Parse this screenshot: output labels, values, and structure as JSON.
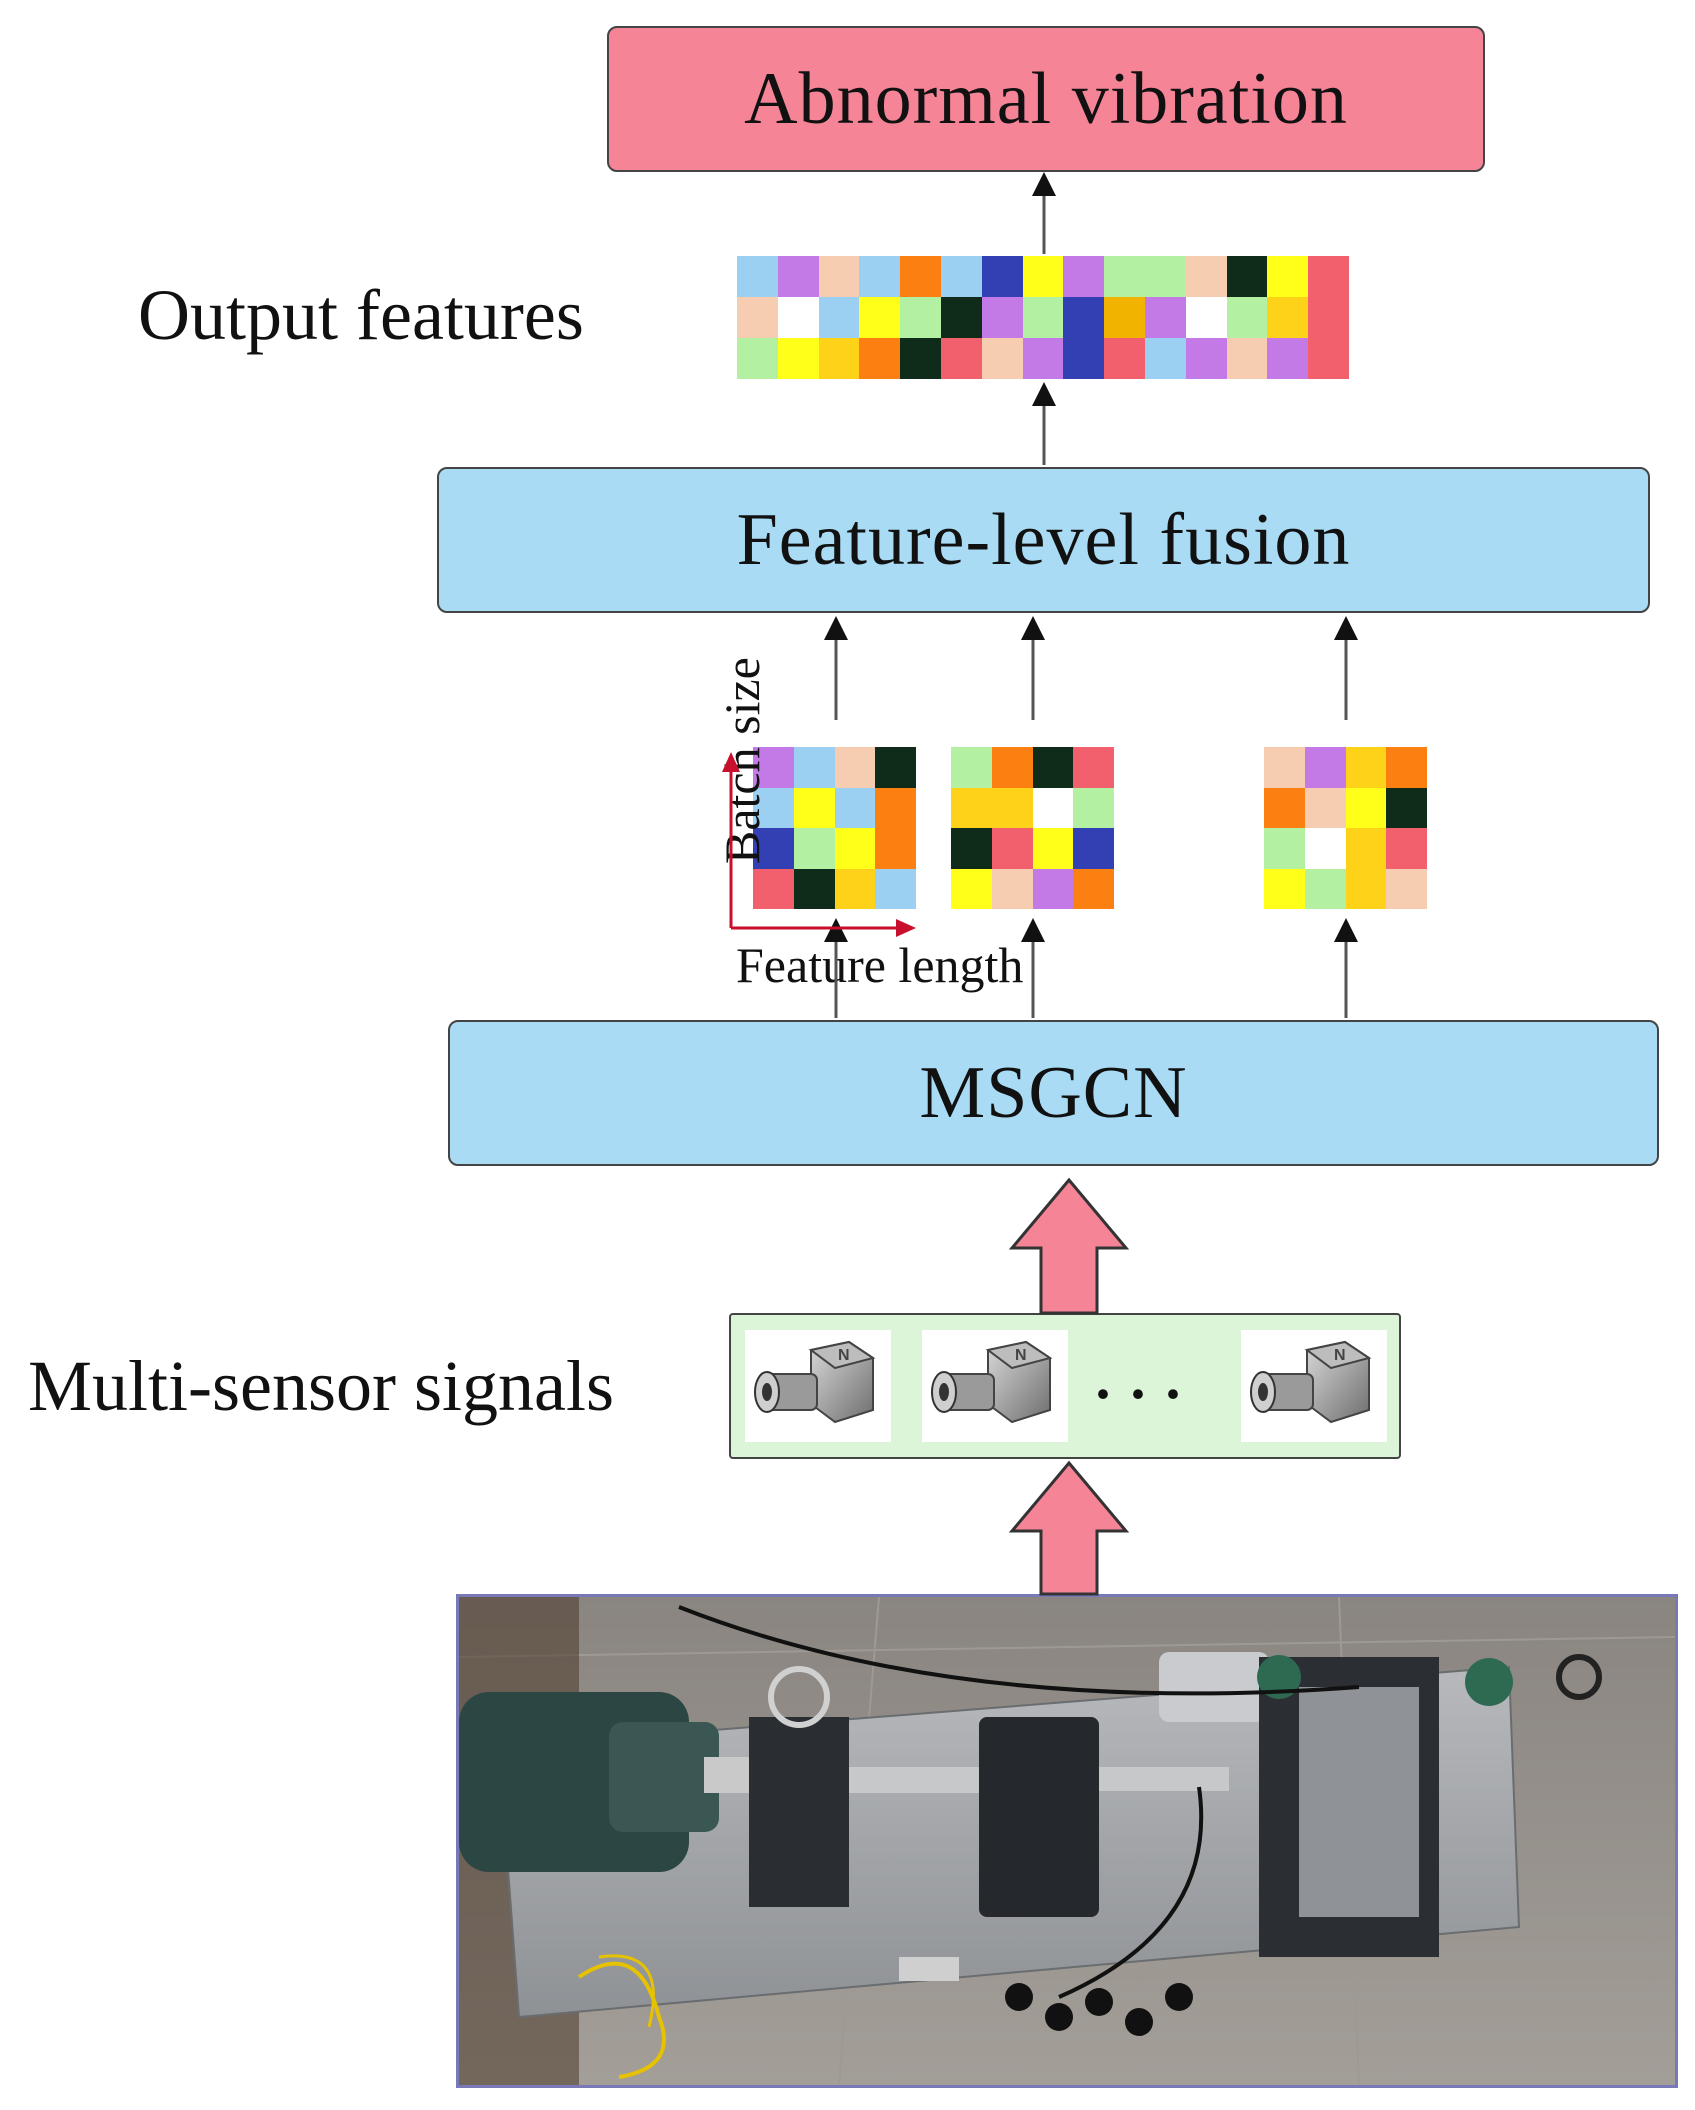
{
  "colors": {
    "output_box": "#f58497",
    "stage_box": "#a9dcf4",
    "sensor_panel": "#dcf5d8",
    "axis_red": "#c8102e",
    "pink_arrow": "#f58497"
  },
  "top_box": {
    "label": "Abnormal vibration"
  },
  "output_features": {
    "label": "Output features",
    "matrix": [
      [
        "#9bd0f2",
        "#c47ae6",
        "#f6cdb0",
        "#9bd0f2",
        "#fb8011",
        "#9bd0f2",
        "#3340b3",
        "#ffff1a",
        "#c47ae6",
        "#b3f0a1",
        "#b3f0a1",
        "#f6cdb0",
        "#0f2b1a",
        "#ffff1a",
        "#f2606e"
      ],
      [
        "#f6cdb0",
        "#ffffff",
        "#9bd0f2",
        "#ffff1a",
        "#b3f0a1",
        "#0f2b1a",
        "#c47ae6",
        "#b3f0a1",
        "#3340b3",
        "#f2b200",
        "#c47ae6",
        "#ffffff",
        "#b3f0a1",
        "#ffd21a",
        "#f2606e"
      ],
      [
        "#b3f0a1",
        "#ffff1a",
        "#ffd21a",
        "#fb8011",
        "#0f2b1a",
        "#f2606e",
        "#f6cdb0",
        "#c47ae6",
        "#3340b3",
        "#f2606e",
        "#9bd0f2",
        "#c47ae6",
        "#f6cdb0",
        "#c47ae6",
        "#f2606e"
      ]
    ]
  },
  "fusion_box": {
    "label": "Feature-level fusion"
  },
  "feature_maps": [
    [
      [
        "#c47ae6",
        "#9bd0f2",
        "#f6cdb0",
        "#0f2b1a"
      ],
      [
        "#9bd0f2",
        "#ffff1a",
        "#9bd0f2",
        "#fb8011"
      ],
      [
        "#3340b3",
        "#b3f0a1",
        "#ffff1a",
        "#fb8011"
      ],
      [
        "#f2606e",
        "#0f2b1a",
        "#ffd21a",
        "#9bd0f2"
      ]
    ],
    [
      [
        "#b3f0a1",
        "#fb8011",
        "#0f2b1a",
        "#f2606e"
      ],
      [
        "#ffd21a",
        "#ffd21a",
        "#ffffff",
        "#b3f0a1"
      ],
      [
        "#0f2b1a",
        "#f2606e",
        "#ffff1a",
        "#3340b3"
      ],
      [
        "#ffff1a",
        "#f6cdb0",
        "#c47ae6",
        "#fb8011"
      ]
    ],
    [
      [
        "#f6cdb0",
        "#c47ae6",
        "#ffd21a",
        "#fb8011"
      ],
      [
        "#fb8011",
        "#f6cdb0",
        "#ffff1a",
        "#0f2b1a"
      ],
      [
        "#b3f0a1",
        "#ffffff",
        "#ffd21a",
        "#f2606e"
      ],
      [
        "#ffff1a",
        "#b3f0a1",
        "#ffd21a",
        "#f6cdb0"
      ]
    ]
  ],
  "axes": {
    "y_label": "Batch size",
    "x_label": "Feature length"
  },
  "msgcn_box": {
    "label": "MSGCN"
  },
  "sensors": {
    "label": "Multi-sensor signals",
    "ellipsis": "· · ·",
    "icon_name": "accelerometer-sensor-icon"
  },
  "test_rig_photo": {
    "icon_name": "test-rig-photo"
  }
}
